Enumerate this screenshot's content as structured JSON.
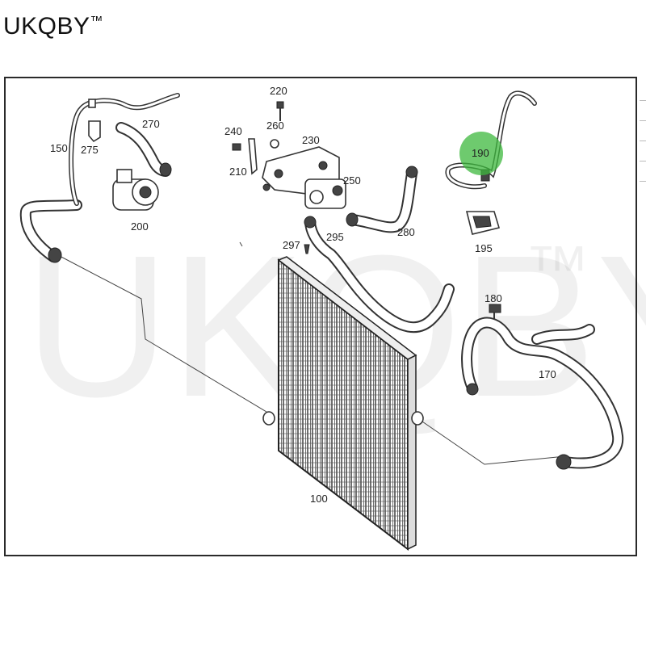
{
  "brand": {
    "name": "UKQBY",
    "trademark": "™"
  },
  "watermark": {
    "text": "UKQBY",
    "trademark": "™"
  },
  "highlight": {
    "color": "#3db83d",
    "part": "190"
  },
  "labels": {
    "p100": "100",
    "p150": "150",
    "p170": "170",
    "p180": "180",
    "p190": "190",
    "p195": "195",
    "p200": "200",
    "p210": "210",
    "p220": "220",
    "p230": "230",
    "p240": "240",
    "p250": "250",
    "p260": "260",
    "p270": "270",
    "p275": "275",
    "p280": "280",
    "p295": "295",
    "p297": "297"
  }
}
